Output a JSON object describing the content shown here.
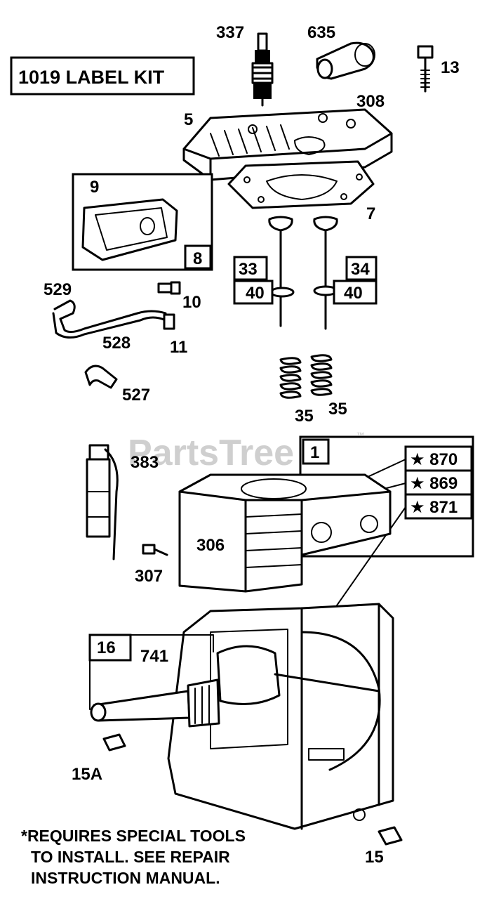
{
  "watermark": "PartsTree",
  "watermark_tm": "™",
  "kit_label": "1019 LABEL KIT",
  "labels": {
    "p337": "337",
    "p635": "635",
    "p13": "13",
    "p308": "308",
    "p5": "5",
    "p9": "9",
    "p8": "8",
    "p7": "7",
    "p33": "33",
    "p34": "34",
    "p40a": "40",
    "p40b": "40",
    "p529": "529",
    "p10": "10",
    "p528": "528",
    "p11": "11",
    "p527": "527",
    "p35a": "35",
    "p35b": "35",
    "p1": "1",
    "p870": "★ 870",
    "p869": "★ 869",
    "p871": "★ 871",
    "p383": "383",
    "p306": "306",
    "p307": "307",
    "p16": "16",
    "p741": "741",
    "p15a": "15A",
    "p15": "15"
  },
  "footnote": {
    "line1": "*REQUIRES SPECIAL TOOLS",
    "line2": "TO INSTALL. SEE REPAIR",
    "line3": "INSTRUCTION MANUAL."
  }
}
